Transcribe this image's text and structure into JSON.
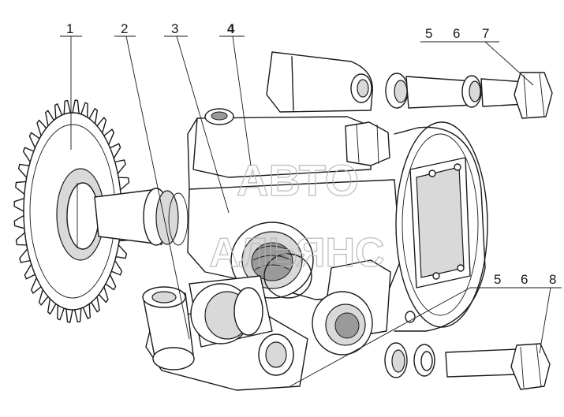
{
  "callouts": [
    {
      "id": "c1",
      "label": "1",
      "bold": false
    },
    {
      "id": "c2",
      "label": "2",
      "bold": false
    },
    {
      "id": "c3",
      "label": "3",
      "bold": false
    },
    {
      "id": "c4",
      "label": "4",
      "bold": true
    },
    {
      "id": "c5a",
      "label": "5",
      "bold": false
    },
    {
      "id": "c6a",
      "label": "6",
      "bold": false
    },
    {
      "id": "c7",
      "label": "7",
      "bold": false
    },
    {
      "id": "c5b",
      "label": "5",
      "bold": false
    },
    {
      "id": "c6b",
      "label": "6",
      "bold": false
    },
    {
      "id": "c8",
      "label": "8",
      "bold": false
    }
  ],
  "watermark": {
    "line1": "АВТО",
    "line2": "АЛЬЯНС"
  },
  "colors": {
    "ink": "#1a1a1a",
    "watermark": "#b5b5b5",
    "background": "#ffffff"
  }
}
